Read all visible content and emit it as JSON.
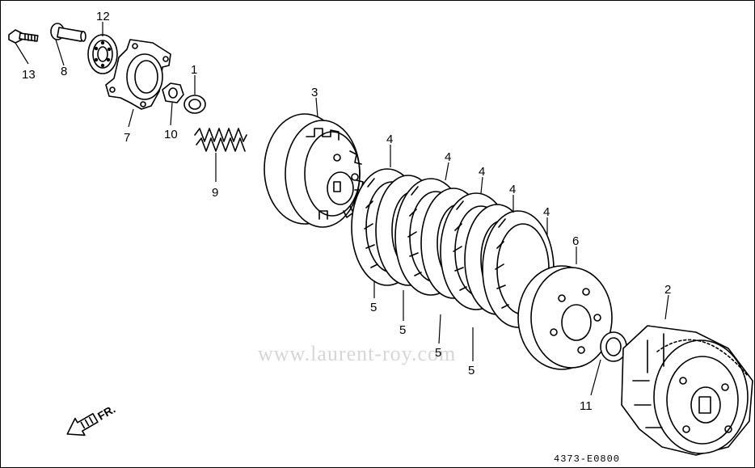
{
  "callouts": [
    {
      "id": "13",
      "label": "13"
    },
    {
      "id": "8",
      "label": "8"
    },
    {
      "id": "12",
      "label": "12"
    },
    {
      "id": "7",
      "label": "7"
    },
    {
      "id": "10",
      "label": "10"
    },
    {
      "id": "1",
      "label": "1"
    },
    {
      "id": "9",
      "label": "9"
    },
    {
      "id": "3",
      "label": "3"
    },
    {
      "id": "4a",
      "label": "4"
    },
    {
      "id": "4b",
      "label": "4"
    },
    {
      "id": "4c",
      "label": "4"
    },
    {
      "id": "4d",
      "label": "4"
    },
    {
      "id": "4e",
      "label": "4"
    },
    {
      "id": "6",
      "label": "6"
    },
    {
      "id": "2",
      "label": "2"
    },
    {
      "id": "5a",
      "label": "5"
    },
    {
      "id": "5b",
      "label": "5"
    },
    {
      "id": "5c",
      "label": "5"
    },
    {
      "id": "5d",
      "label": "5"
    },
    {
      "id": "11",
      "label": "11"
    }
  ],
  "direction_label": "FR.",
  "watermark": "www.laurent-roy.com",
  "diagram_code": "4373-E0800"
}
